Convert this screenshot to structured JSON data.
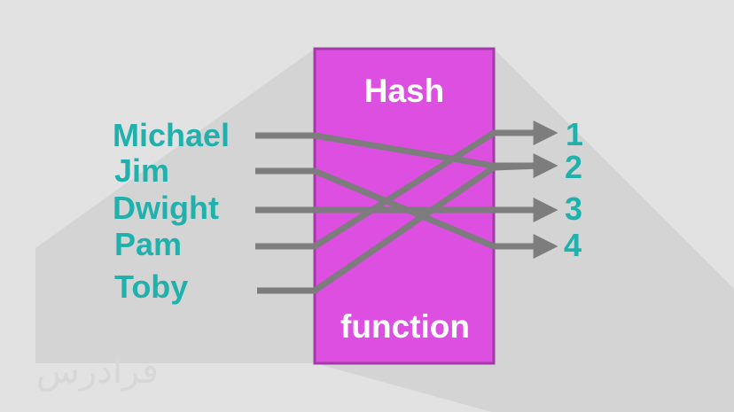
{
  "diagram": {
    "box": {
      "title_top": "Hash",
      "title_bottom": "function",
      "fill": "#dc4fe0",
      "stroke": "#a23ba8"
    },
    "keys": [
      {
        "label": "Michael",
        "maps_to": "2"
      },
      {
        "label": "Jim",
        "maps_to": "4"
      },
      {
        "label": "Dwight",
        "maps_to": "3"
      },
      {
        "label": "Pam",
        "maps_to": "1"
      },
      {
        "label": "Toby",
        "maps_to": "2"
      }
    ],
    "buckets": [
      "1",
      "2",
      "3",
      "4"
    ],
    "colors": {
      "text": "#21b1ac",
      "arrow": "#7d7d7d",
      "background": "#e2e2e3",
      "shadow": "#d4d4d5"
    }
  },
  "watermark": {
    "text": "فرادرس",
    "color": "#d7d7d8"
  }
}
